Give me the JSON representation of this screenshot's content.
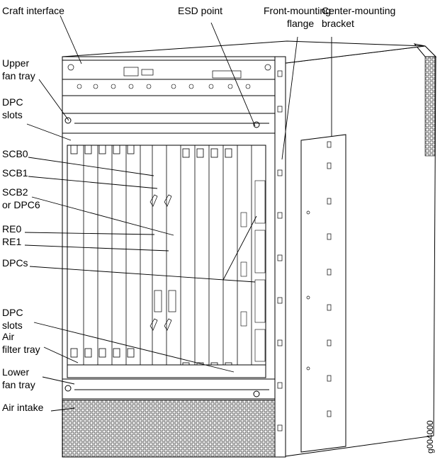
{
  "labels": {
    "craft_interface": "Craft interface",
    "esd_point": "ESD point",
    "front_mounting_flange_1": "Front-mounting",
    "front_mounting_flange_2": "flange",
    "center_mounting_bracket_1": "Center-mounting",
    "center_mounting_bracket_2": "bracket",
    "upper_fan_tray_1": "Upper",
    "upper_fan_tray_2": "fan tray",
    "dpc_slots_top_1": "DPC",
    "dpc_slots_top_2": "slots",
    "scb0": "SCB0",
    "scb1": "SCB1",
    "scb2_1": "SCB2",
    "scb2_2": "or DPC6",
    "re0": "RE0",
    "re1": "RE1",
    "dpcs": "DPCs",
    "dpc_slots_bottom_1": "DPC",
    "dpc_slots_bottom_2": "slots",
    "air_filter_tray_1": "Air",
    "air_filter_tray_2": "filter tray",
    "lower_fan_tray_1": "Lower",
    "lower_fan_tray_2": "fan tray",
    "air_intake": "Air intake"
  },
  "figure_id": "g004000"
}
